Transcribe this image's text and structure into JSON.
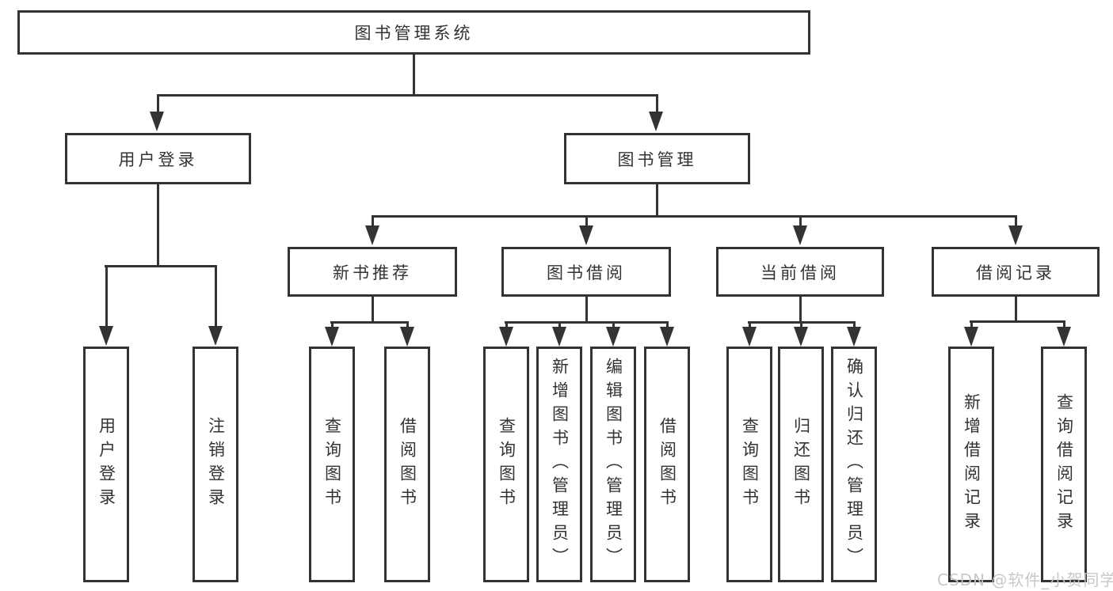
{
  "diagram": {
    "title": "图书管理系统",
    "nodes": {
      "root": "图书管理系统",
      "user_login": "用户登录",
      "book_mgmt": "图书管理",
      "new_book_recommend": "新书推荐",
      "book_borrow": "图书借阅",
      "current_borrow": "当前借阅",
      "borrow_record": "借阅记录",
      "leaf_user_login": "用户登录",
      "leaf_logout": "注销登录",
      "leaf_nb_query": "查询图书",
      "leaf_nb_borrow": "借阅图书",
      "leaf_bb_query": "查询图书",
      "leaf_bb_add": "新增图书（管理员）",
      "leaf_bb_edit": "编辑图书（管理员）",
      "leaf_bb_borrow": "借阅图书",
      "leaf_cb_query": "查询图书",
      "leaf_cb_return": "归还图书",
      "leaf_cb_confirm": "确认归还（管理员）",
      "leaf_br_add": "新增借阅记录",
      "leaf_br_query": "查询借阅记录"
    },
    "hierarchy": {
      "图书管理系统": [
        "用户登录",
        "图书管理"
      ],
      "用户登录": [
        "用户登录",
        "注销登录"
      ],
      "图书管理": [
        "新书推荐",
        "图书借阅",
        "当前借阅",
        "借阅记录"
      ],
      "新书推荐": [
        "查询图书",
        "借阅图书"
      ],
      "图书借阅": [
        "查询图书",
        "新增图书（管理员）",
        "编辑图书（管理员）",
        "借阅图书"
      ],
      "当前借阅": [
        "查询图书",
        "归还图书",
        "确认归还（管理员）"
      ],
      "借阅记录": [
        "新增借阅记录",
        "查询借阅记录"
      ]
    },
    "watermark": "CSDN @软件_小贺同学",
    "colors": {
      "line": "#333333",
      "text": "#333333",
      "background": "#ffffff",
      "watermark": "#c6c6c6"
    }
  }
}
